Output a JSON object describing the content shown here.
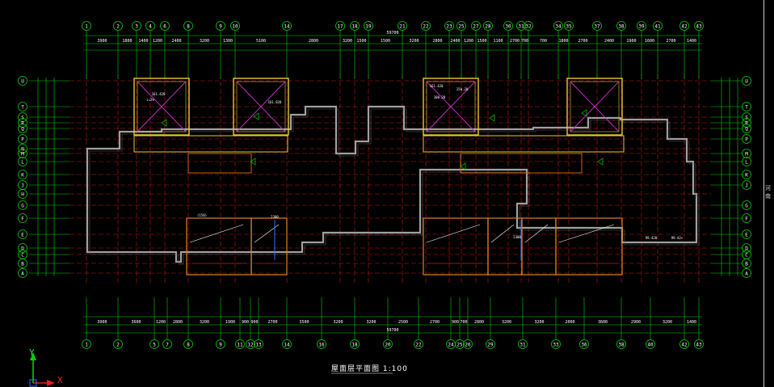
{
  "drawing": {
    "title": "屋面层平面图",
    "scale": "1:100",
    "ucs": {
      "x_label": "X",
      "y_label": "Y"
    },
    "overall_dimension": "59700",
    "col_axes_top": [
      "1",
      "2",
      "3",
      "4",
      "6",
      "8",
      "9",
      "10",
      "14",
      "17",
      "18",
      "19",
      "21",
      "22",
      "23",
      "25",
      "27",
      "28",
      "30",
      "31",
      "32",
      "34",
      "35",
      "37",
      "38",
      "39",
      "41",
      "42",
      "43"
    ],
    "col_axes_bottom": [
      "1",
      "2",
      "5",
      "7",
      "8",
      "9",
      "11",
      "12",
      "13",
      "14",
      "16",
      "18",
      "20",
      "22",
      "24",
      "25",
      "26",
      "29",
      "31",
      "33",
      "36",
      "38",
      "40",
      "42",
      "43"
    ],
    "row_axes_left": [
      "U",
      "T",
      "S",
      "R",
      "Q",
      "P",
      "N",
      "M",
      "L",
      "K",
      "J",
      "H",
      "G",
      "F",
      "E",
      "D",
      "C",
      "B",
      "A"
    ],
    "row_axes_right": [
      "U",
      "T",
      "S",
      "R",
      "Q",
      "P",
      "M",
      "L",
      "K",
      "J",
      "G",
      "F",
      "E",
      "D",
      "C",
      "B",
      "A"
    ],
    "top_dims": [
      "3900",
      "1800",
      "1400",
      "1200",
      "2400",
      "3200",
      "1300",
      "5100",
      "2800",
      "3200",
      "1500",
      "1500",
      "3200",
      "2800",
      "2400",
      "1200",
      "1500",
      "1100",
      "2700",
      "700",
      "700",
      "1800",
      "2700",
      "2400",
      "1900",
      "1600",
      "2700",
      "1400"
    ],
    "bottom_dims": [
      "3900",
      "3600",
      "1200",
      "2800",
      "3200",
      "1900",
      "900",
      "900",
      "2700",
      "3500",
      "3200",
      "3200",
      "2500",
      "2700",
      "900",
      "700",
      "2800",
      "3200",
      "3200",
      "2000",
      "3600",
      "2900",
      "3200",
      "1400"
    ],
    "annotations": [
      "161.420",
      "i=2%",
      "161.420",
      "100.20",
      "150.20",
      "161.820",
      "99.420",
      "99.42+",
      "(150)",
      "2300",
      "2300"
    ],
    "side_text": [
      "河南"
    ]
  },
  "colors": {
    "background": "#000000",
    "axis_green": "#00d000",
    "axis_red": "#c01818",
    "wall": "#a0a0a0",
    "outline_yellow": "#e6c830",
    "roof_magenta": "#d030d0",
    "text_white": "#ffffff"
  }
}
